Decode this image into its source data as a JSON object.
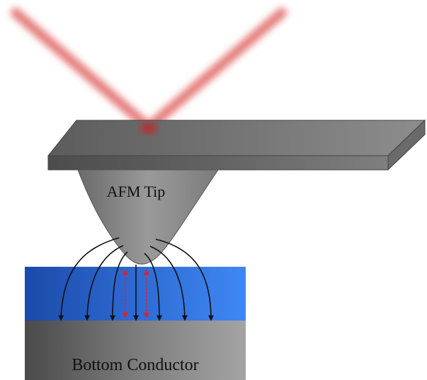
{
  "labels": {
    "tip": "AFM Tip",
    "bottom_electrode": "Bottom Conductor"
  },
  "icons": {
    "laser": "laser-beam",
    "cantilever": "cantilever",
    "tip": "afm-tip",
    "field_line": "electric-field-line",
    "red_arrow": "bidirectional-arrow"
  },
  "colors": {
    "laser": "#d23b3b",
    "cantilever_dark": "#5f5f5f",
    "cantilever_light": "#8c8c8c",
    "film_dark": "#1c4fae",
    "film_light": "#3f86f2",
    "substrate_dark": "#4d4d4d",
    "substrate_light": "#a6a6a6",
    "field_line": "#111111",
    "dipole_arrow": "#e0202a"
  }
}
